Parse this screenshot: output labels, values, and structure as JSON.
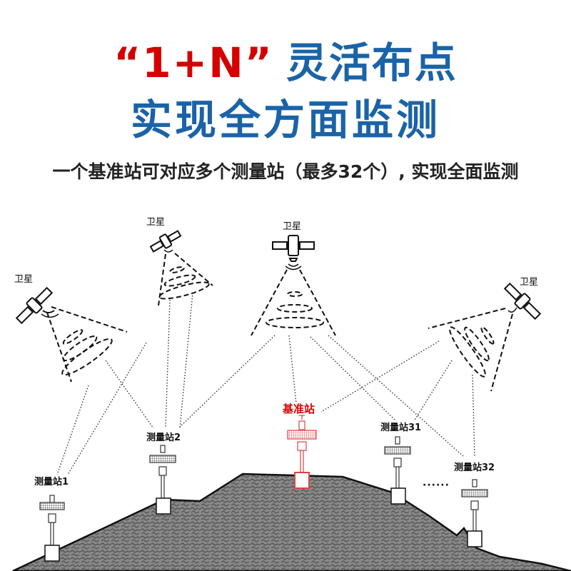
{
  "header": {
    "title_highlight": "“1+N”",
    "title_rest": "灵活布点",
    "title_line2": "实现全方面监测",
    "subtitle": "一个基准站可对应多个测量站（最多32个）, 实现全面监测"
  },
  "colors": {
    "highlight_red": "#d40000",
    "title_blue": "#1a63a8",
    "subtitle_text": "#222222",
    "mountain_fill": "#7a7a7a",
    "base_station": "#d40000"
  },
  "diagram": {
    "satellites": [
      {
        "label": "卫星",
        "position": "far-left"
      },
      {
        "label": "卫星",
        "position": "left"
      },
      {
        "label": "卫星",
        "position": "center"
      },
      {
        "label": "卫星",
        "position": "right"
      }
    ],
    "base_station": {
      "label": "基准站"
    },
    "rover_stations": [
      {
        "label": "测量站1"
      },
      {
        "label": "测量站2"
      },
      {
        "label": "测量站31"
      },
      {
        "label": "测量站32"
      }
    ],
    "ellipsis": "······"
  }
}
